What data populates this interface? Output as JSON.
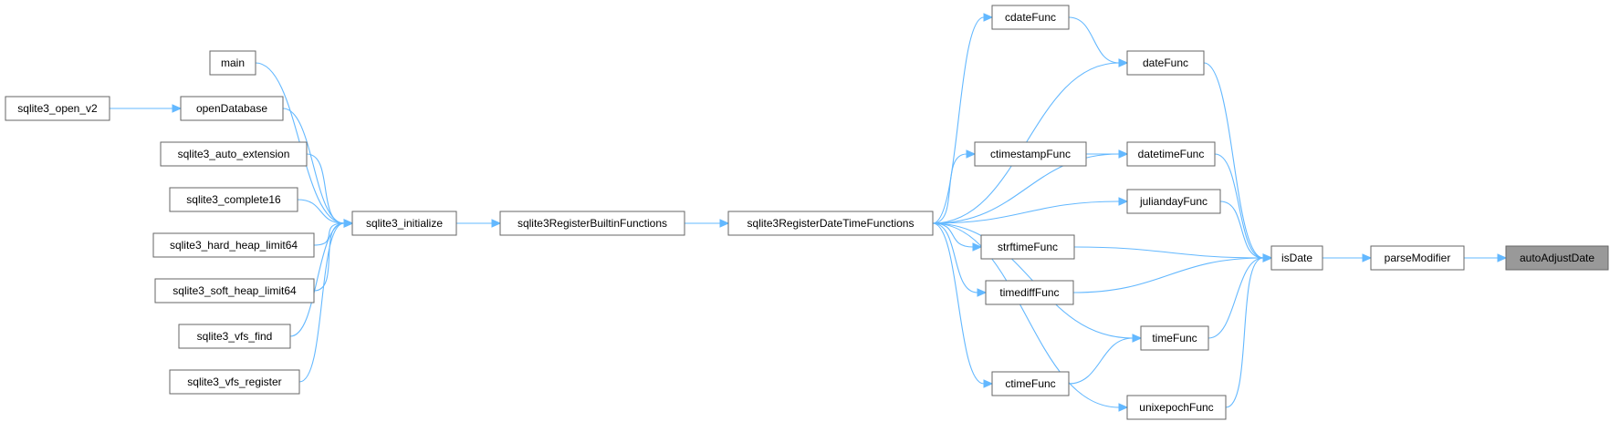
{
  "graph": {
    "direction": "right-to-left call graph",
    "edge_color": "#63b8ff",
    "highlight_color": "#999999",
    "nodes": [
      {
        "id": "autoAdjustDate",
        "label": "autoAdjustDate",
        "highlight": true
      },
      {
        "id": "parseModifier",
        "label": "parseModifier"
      },
      {
        "id": "isDate",
        "label": "isDate"
      },
      {
        "id": "dateFunc",
        "label": "dateFunc"
      },
      {
        "id": "cdateFunc",
        "label": "cdateFunc"
      },
      {
        "id": "datetimeFunc",
        "label": "datetimeFunc"
      },
      {
        "id": "ctimestampFunc",
        "label": "ctimestampFunc"
      },
      {
        "id": "juliandayFunc",
        "label": "juliandayFunc"
      },
      {
        "id": "strftimeFunc",
        "label": "strftimeFunc"
      },
      {
        "id": "timediffFunc",
        "label": "timediffFunc"
      },
      {
        "id": "timeFunc",
        "label": "timeFunc"
      },
      {
        "id": "ctimeFunc",
        "label": "ctimeFunc"
      },
      {
        "id": "unixepochFunc",
        "label": "unixepochFunc"
      },
      {
        "id": "sqlite3RegisterDateTimeFunctions",
        "label": "sqlite3RegisterDateTimeFunctions"
      },
      {
        "id": "sqlite3RegisterBuiltinFunctions",
        "label": "sqlite3RegisterBuiltinFunctions"
      },
      {
        "id": "sqlite3_initialize",
        "label": "sqlite3_initialize"
      },
      {
        "id": "main",
        "label": "main"
      },
      {
        "id": "openDatabase",
        "label": "openDatabase"
      },
      {
        "id": "sqlite3_open_v2",
        "label": "sqlite3_open_v2"
      },
      {
        "id": "sqlite3_auto_extension",
        "label": "sqlite3_auto_extension"
      },
      {
        "id": "sqlite3_complete16",
        "label": "sqlite3_complete16"
      },
      {
        "id": "sqlite3_hard_heap_limit64",
        "label": "sqlite3_hard_heap_limit64"
      },
      {
        "id": "sqlite3_soft_heap_limit64",
        "label": "sqlite3_soft_heap_limit64"
      },
      {
        "id": "sqlite3_vfs_find",
        "label": "sqlite3_vfs_find"
      },
      {
        "id": "sqlite3_vfs_register",
        "label": "sqlite3_vfs_register"
      }
    ],
    "edges": [
      {
        "from": "parseModifier",
        "to": "autoAdjustDate"
      },
      {
        "from": "isDate",
        "to": "parseModifier"
      },
      {
        "from": "dateFunc",
        "to": "isDate"
      },
      {
        "from": "datetimeFunc",
        "to": "isDate"
      },
      {
        "from": "juliandayFunc",
        "to": "isDate"
      },
      {
        "from": "strftimeFunc",
        "to": "isDate"
      },
      {
        "from": "timediffFunc",
        "to": "isDate"
      },
      {
        "from": "timeFunc",
        "to": "isDate"
      },
      {
        "from": "unixepochFunc",
        "to": "isDate"
      },
      {
        "from": "cdateFunc",
        "to": "dateFunc"
      },
      {
        "from": "ctimestampFunc",
        "to": "datetimeFunc"
      },
      {
        "from": "ctimeFunc",
        "to": "timeFunc"
      },
      {
        "from": "sqlite3RegisterDateTimeFunctions",
        "to": "cdateFunc"
      },
      {
        "from": "sqlite3RegisterDateTimeFunctions",
        "to": "dateFunc"
      },
      {
        "from": "sqlite3RegisterDateTimeFunctions",
        "to": "datetimeFunc"
      },
      {
        "from": "sqlite3RegisterDateTimeFunctions",
        "to": "ctimestampFunc"
      },
      {
        "from": "sqlite3RegisterDateTimeFunctions",
        "to": "juliandayFunc"
      },
      {
        "from": "sqlite3RegisterDateTimeFunctions",
        "to": "strftimeFunc"
      },
      {
        "from": "sqlite3RegisterDateTimeFunctions",
        "to": "timediffFunc"
      },
      {
        "from": "sqlite3RegisterDateTimeFunctions",
        "to": "timeFunc"
      },
      {
        "from": "sqlite3RegisterDateTimeFunctions",
        "to": "ctimeFunc"
      },
      {
        "from": "sqlite3RegisterDateTimeFunctions",
        "to": "unixepochFunc"
      },
      {
        "from": "sqlite3RegisterBuiltinFunctions",
        "to": "sqlite3RegisterDateTimeFunctions"
      },
      {
        "from": "sqlite3_initialize",
        "to": "sqlite3RegisterBuiltinFunctions"
      },
      {
        "from": "main",
        "to": "sqlite3_initialize"
      },
      {
        "from": "openDatabase",
        "to": "sqlite3_initialize"
      },
      {
        "from": "sqlite3_open_v2",
        "to": "openDatabase"
      },
      {
        "from": "sqlite3_auto_extension",
        "to": "sqlite3_initialize"
      },
      {
        "from": "sqlite3_complete16",
        "to": "sqlite3_initialize"
      },
      {
        "from": "sqlite3_hard_heap_limit64",
        "to": "sqlite3_initialize"
      },
      {
        "from": "sqlite3_soft_heap_limit64",
        "to": "sqlite3_initialize"
      },
      {
        "from": "sqlite3_vfs_find",
        "to": "sqlite3_initialize"
      },
      {
        "from": "sqlite3_vfs_register",
        "to": "sqlite3_initialize"
      }
    ]
  }
}
